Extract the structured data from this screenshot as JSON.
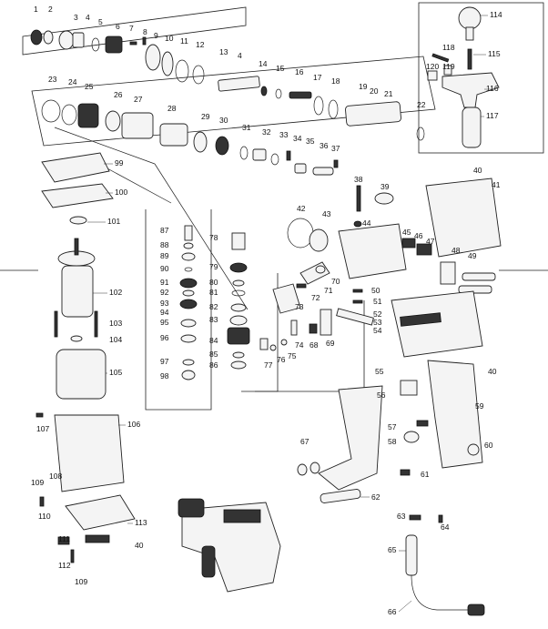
{
  "diagram": {
    "type": "exploded-parts-view",
    "subject": "rotary hammer",
    "part_numbers": [
      "1",
      "2",
      "3",
      "4",
      "5",
      "6",
      "7",
      "8",
      "9",
      "10",
      "11",
      "12",
      "13",
      "14",
      "15",
      "16",
      "17",
      "18",
      "19",
      "20",
      "21",
      "22",
      "23",
      "24",
      "25",
      "26",
      "27",
      "28",
      "29",
      "30",
      "31",
      "32",
      "33",
      "34",
      "35",
      "36",
      "37",
      "38",
      "39",
      "40",
      "41",
      "42",
      "43",
      "44",
      "45",
      "46",
      "47",
      "48",
      "49",
      "50",
      "51",
      "52",
      "53",
      "54",
      "55",
      "56",
      "57",
      "58",
      "59",
      "60",
      "61",
      "62",
      "63",
      "64",
      "65",
      "66",
      "67",
      "68",
      "69",
      "70",
      "71",
      "72",
      "73",
      "74",
      "75",
      "76",
      "77",
      "78",
      "79",
      "80",
      "81",
      "82",
      "83",
      "84",
      "85",
      "86",
      "87",
      "88",
      "89",
      "90",
      "91",
      "92",
      "93",
      "94",
      "95",
      "96",
      "97",
      "98",
      "99",
      "100",
      "101",
      "102",
      "103",
      "104",
      "105",
      "106",
      "107",
      "108",
      "109",
      "110",
      "111",
      "112",
      "113",
      "114",
      "115",
      "116",
      "117",
      "118",
      "119",
      "120"
    ],
    "labels": {
      "p1": "1",
      "p2": "2",
      "p3": "3",
      "p4a": "4",
      "p4b": "4",
      "p5": "5",
      "p6": "6",
      "p7": "7",
      "p8": "8",
      "p9": "9",
      "p10": "10",
      "p11": "11",
      "p12": "12",
      "p13": "13",
      "p14": "14",
      "p15": "15",
      "p16": "16",
      "p17": "17",
      "p18": "18",
      "p19": "19",
      "p20": "20",
      "p21": "21",
      "p22": "22",
      "p23": "23",
      "p24": "24",
      "p25": "25",
      "p26": "26",
      "p27": "27",
      "p28": "28",
      "p29": "29",
      "p30": "30",
      "p31": "31",
      "p32": "32",
      "p33": "33",
      "p34": "34",
      "p35": "35",
      "p36": "36",
      "p37": "37",
      "p38": "38",
      "p39": "39",
      "p40a": "40",
      "p40b": "40",
      "p40c": "40",
      "p41": "41",
      "p42": "42",
      "p43": "43",
      "p44": "44",
      "p45": "45",
      "p46": "46",
      "p47": "47",
      "p48": "48",
      "p49": "49",
      "p50": "50",
      "p51": "51",
      "p52": "52",
      "p53": "53",
      "p54": "54",
      "p55": "55",
      "p56": "56",
      "p57": "57",
      "p58": "58",
      "p59": "59",
      "p60": "60",
      "p61": "61",
      "p62": "62",
      "p63": "63",
      "p64": "64",
      "p65": "65",
      "p66": "66",
      "p67": "67",
      "p68": "68",
      "p69": "69",
      "p70": "70",
      "p71": "71",
      "p72": "72",
      "p73": "73",
      "p74": "74",
      "p75": "75",
      "p76": "76",
      "p77": "77",
      "p78": "78",
      "p79": "79",
      "p80": "80",
      "p81": "81",
      "p82": "82",
      "p83": "83",
      "p84": "84",
      "p85": "85",
      "p86": "86",
      "p87": "87",
      "p88": "88",
      "p89": "89",
      "p90": "90",
      "p91": "91",
      "p92": "92",
      "p93": "93",
      "p94": "94",
      "p95": "95",
      "p96": "96",
      "p97": "97",
      "p98": "98",
      "p99": "99",
      "p100": "100",
      "p101": "101",
      "p102": "102",
      "p103": "103",
      "p104": "104",
      "p105": "105",
      "p106": "106",
      "p107": "107",
      "p108": "108",
      "p109a": "109",
      "p109b": "109",
      "p110": "110",
      "p111": "111",
      "p112": "112",
      "p113": "113",
      "p114": "114",
      "p115": "115",
      "p116": "116",
      "p117": "117",
      "p118": "118",
      "p119": "119",
      "p120": "120"
    },
    "colors": {
      "line": "#222222",
      "fill": "#f4f4f4",
      "dark": "#333333",
      "background": "#ffffff"
    }
  }
}
